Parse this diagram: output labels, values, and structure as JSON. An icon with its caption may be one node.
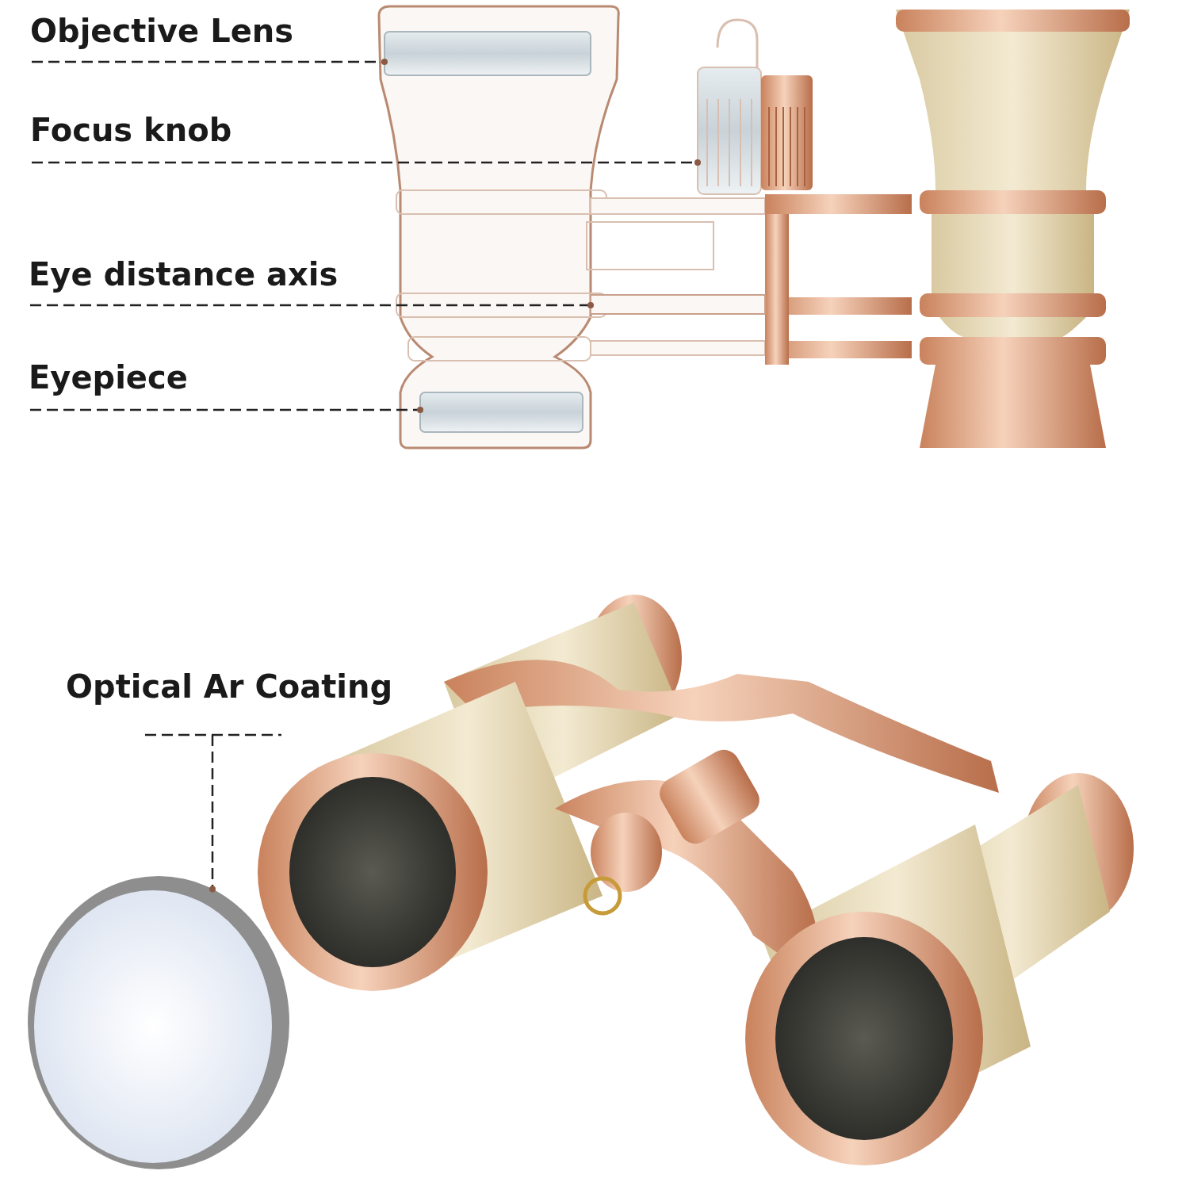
{
  "diagram": {
    "nodes": [
      {
        "text": [
          "Objective Lens"
        ]
      },
      {
        "text": [],
        "shape": "picture"
      },
      {
        "text": [
          "Focus knob"
        ]
      },
      {
        "text": [],
        "shape": "picture"
      },
      {
        "text": [
          "Eye distance axis"
        ]
      },
      {
        "text": [],
        "shape": "box"
      },
      {
        "text": [
          "Eyepiece"
        ]
      },
      {
        "text": [],
        "shape": "picture"
      },
      {
        "text": [
          "Optical Ar Coating"
        ]
      },
      {
        "text": [],
        "shape": "picture"
      }
    ],
    "edges": [
      {
        "from": 0,
        "to": 1,
        "arrow": "other",
        "style": "dashed"
      },
      {
        "from": 2,
        "to": 3,
        "arrow": "other",
        "style": "dashed"
      },
      {
        "from": 4,
        "to": 5,
        "arrow": "other",
        "style": "dashed"
      },
      {
        "from": 6,
        "to": 7,
        "arrow": "other",
        "style": "dashed"
      },
      {
        "from": 8,
        "to": 9,
        "arrow": "other",
        "style": "dashed"
      }
    ]
  }
}
